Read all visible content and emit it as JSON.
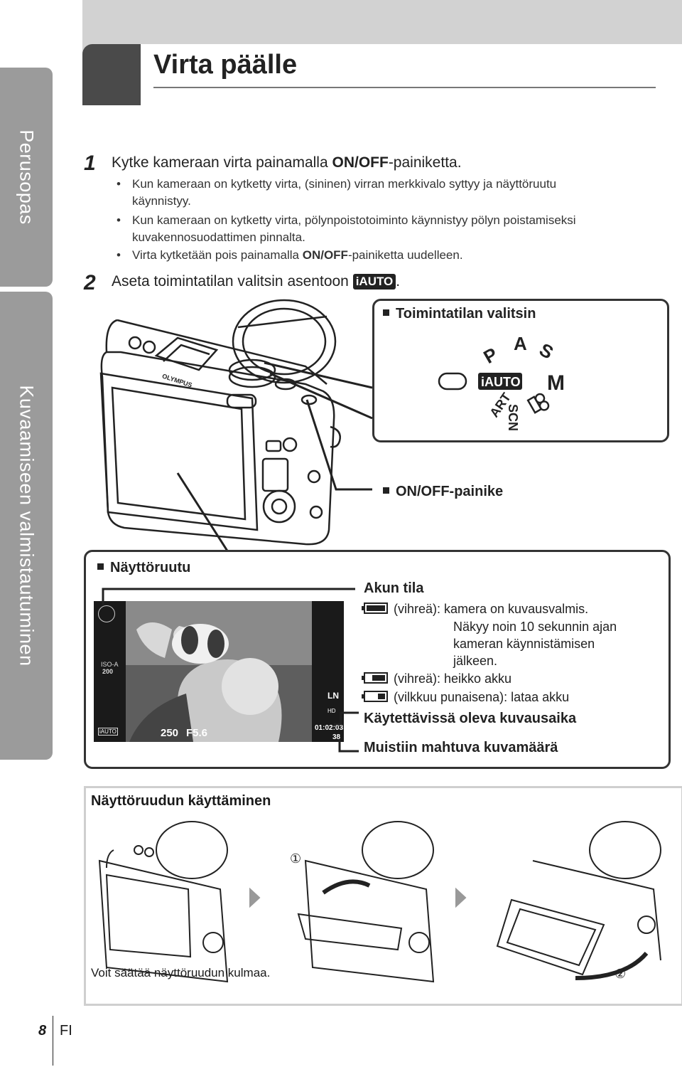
{
  "sidebar": {
    "tab1": "Perusopas",
    "tab2": "Kuvaamiseen valmistautuminen"
  },
  "header": {
    "title": "Virta päälle"
  },
  "step1": {
    "number": "1",
    "text_pre": "Kytke kameraan virta painamalla ",
    "key": "ON/OFF",
    "text_post": "-painiketta.",
    "bullets": [
      {
        "line1": "Kun kameraan on kytketty virta, (sininen) virran merkkivalo syttyy ja näyttöruutu",
        "line2": "käynnistyy."
      },
      {
        "line1": "Kun kameraan on kytketty virta, pölynpoistotoiminto käynnistyy pölyn poistamiseksi",
        "line2": "kuvakennosuodattimen pinnalta."
      },
      {
        "pre": "Virta kytketään pois painamalla ",
        "key": "ON/OFF",
        "post": "-painiketta uudelleen."
      }
    ]
  },
  "step2": {
    "number": "2",
    "text_pre": "Aseta toimintatilan valitsin asentoon ",
    "icon": "iAUTO",
    "text_post": "."
  },
  "mode_dial": {
    "title": "Toimintatilan valitsin",
    "modes": [
      "P",
      "A",
      "S",
      "M",
      "iAUTO",
      "ART",
      "SCN"
    ]
  },
  "onoff": {
    "title": "ON/OFF-painike"
  },
  "display": {
    "title": "Näyttöruutu",
    "iso_label": "ISO-A",
    "iso_value": "200",
    "shutter": "250",
    "aperture": "F5.6",
    "quality": "LN",
    "time": "01:02:03",
    "shots": "38",
    "mode_icon": "iAUTO",
    "movie_icon": "HD"
  },
  "battery": {
    "title": "Akun tila",
    "full": "(vihreä): kamera on kuvausvalmis.",
    "full_note1": "Näkyy noin 10 sekunnin ajan",
    "full_note2": "kameran käynnistämisen",
    "full_note3": "jälkeen.",
    "low": "(vihreä): heikko akku",
    "empty": "(vilkkuu punaisena): lataa akku"
  },
  "labels": {
    "rec_time": "Käytettävissä oleva kuvausaika",
    "capacity": "Muistiin mahtuva kuvamäärä"
  },
  "monitor_section": {
    "title": "Näyttöruudun käyttäminen",
    "caption": "Voit säätää näyttöruudun kulmaa.",
    "step_a": "1",
    "step_b": "2"
  },
  "footer": {
    "page": "8",
    "lang": "FI"
  },
  "camera_brand": "OLYMPUS"
}
